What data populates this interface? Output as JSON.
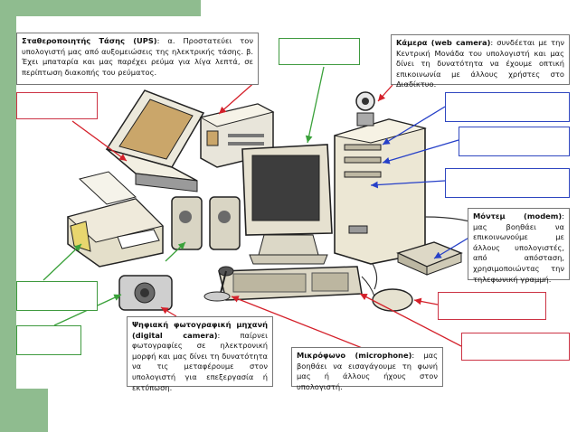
{
  "colors": {
    "side_green": "#8fbc8f",
    "arrow_red": "#d4202a",
    "arrow_green": "#3aa13a",
    "arrow_blue": "#2640c8",
    "empty_red": "#cc3344",
    "empty_green": "#3f9a3f",
    "empty_blue": "#2f47c0"
  },
  "ups": {
    "title": "Σταθεροποιητής Τάσης (UPS)",
    "text": ": α. Προστατεύει τον υπολογιστή μας από αυξομειώσεις της ηλεκτρικής τάσης. β. Έχει μπαταρία και μας παρέχει ρεύμα για λίγα λεπτά, σε περίπτωση διακοπής του ρεύματος."
  },
  "webcam": {
    "title": "Κάμερα (web camera)",
    "text": ": συνδέεται με την Κεντρική Μονάδα του υπολογιστή και μας δίνει τη δυνατότητα να έχουμε οπτική επικοινωνία με άλλους χρήστες στο Διαδίκτυο."
  },
  "modem": {
    "title": "Μόντεμ (modem)",
    "text": ": μας βοηθάει να επικοινωνούμε με άλλους υπολογιστές, από απόσταση, χρησιμοποιώντας την τηλεφωνική γραμμή."
  },
  "camera": {
    "title": "Ψηφιακή φωτογραφική μηχανή (digital camera)",
    "text": ": παίρνει φωτογραφίες σε ηλεκτρονική μορφή και μας δίνει τη δυνατότητα να τις μεταφέρουμε στον υπολογιστή για επεξεργασία ή εκτύπωση."
  },
  "microphone": {
    "title": "Μικρόφωνο (microphone)",
    "text": ": μας βοηθάει να εισαγάγουμε τη φωνή μας ή άλλους ήχους στον υπολογιστή."
  }
}
